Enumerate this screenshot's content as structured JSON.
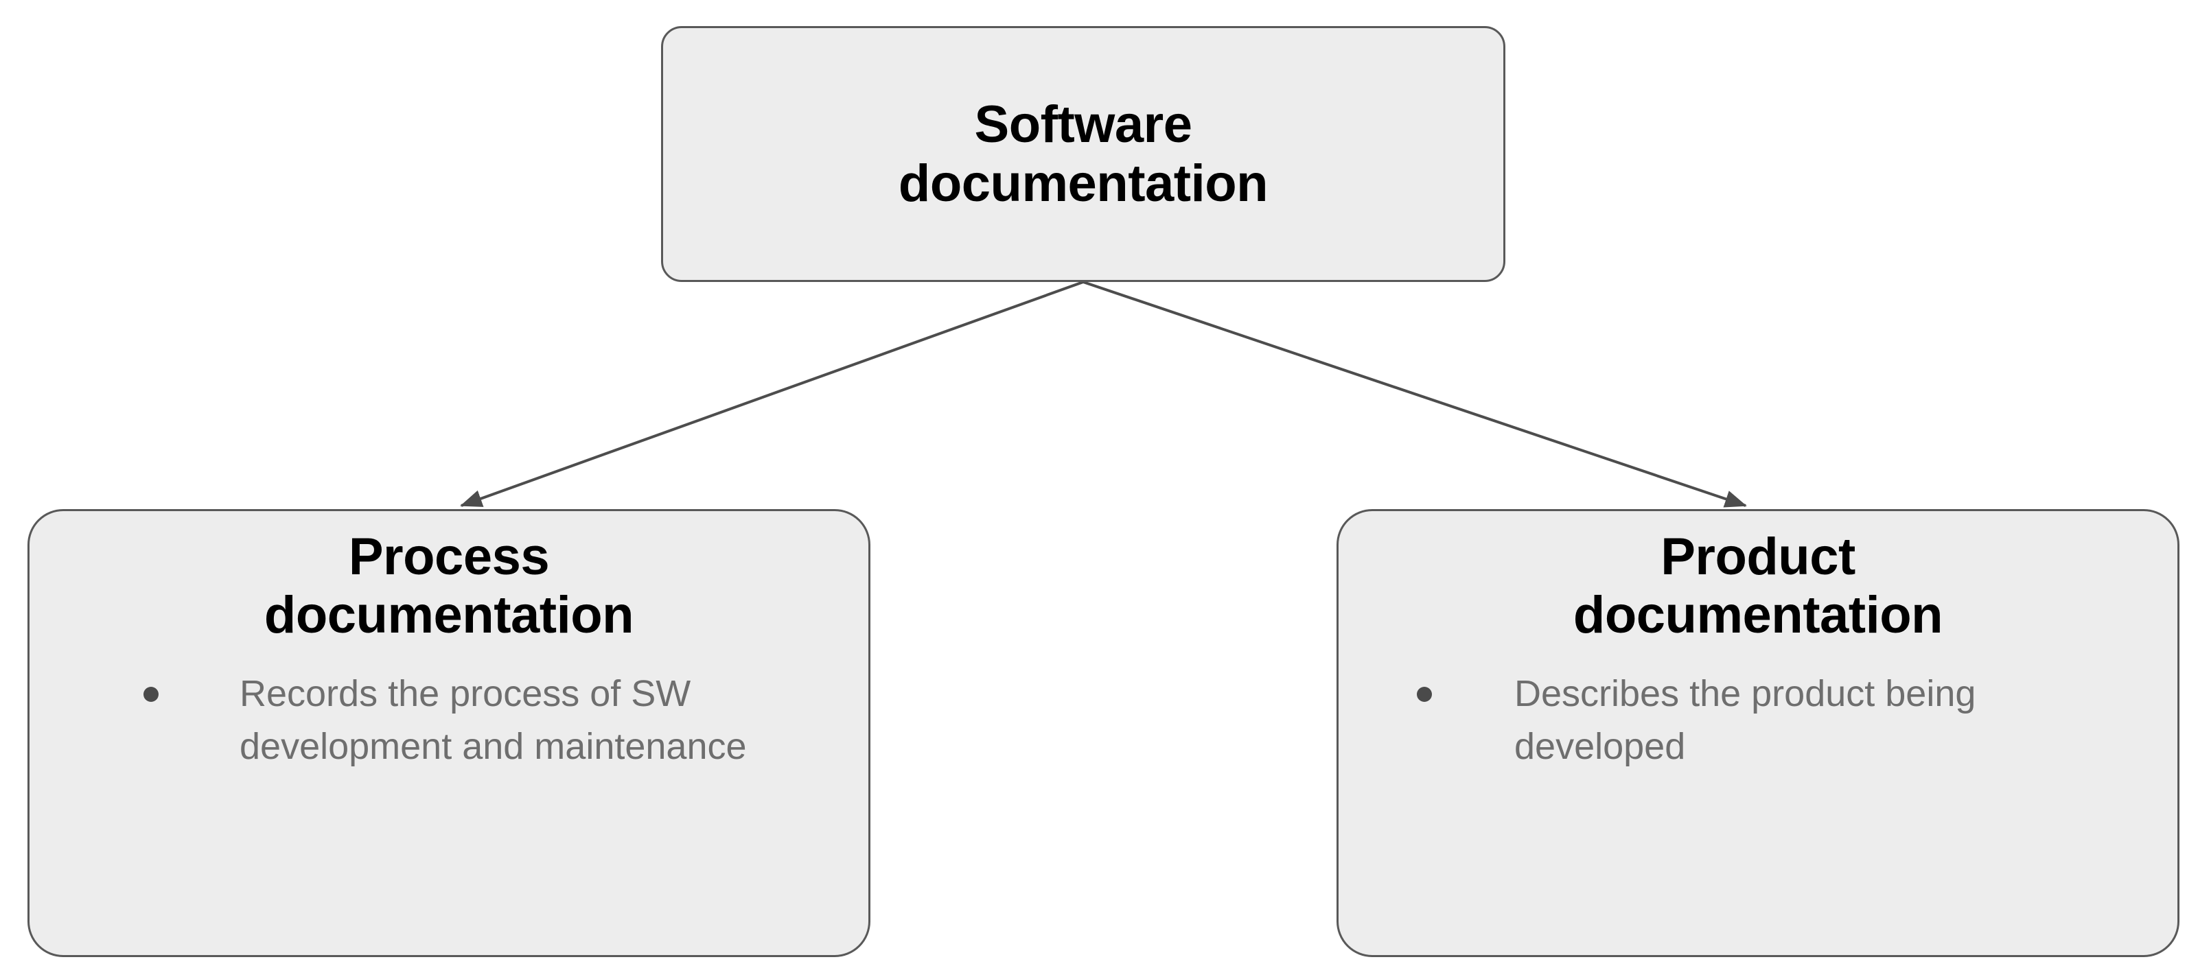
{
  "diagram": {
    "type": "hierarchy-tree",
    "background_color": "#ffffff",
    "node_fill_color": "#ededed",
    "node_border_color": "#595959",
    "title_color": "#000000",
    "body_text_color": "#6e6e6e",
    "bullet_color": "#4a4a4a",
    "connector_color": "#4d4d4d",
    "root": {
      "title_line1": "Software",
      "title_line2": "documentation"
    },
    "children": [
      {
        "id": "process",
        "title_line1": "Process",
        "title_line2": "documentation",
        "bullets": [
          "Records the process of SW development and maintenance"
        ]
      },
      {
        "id": "product",
        "title_line1": "Product",
        "title_line2": "documentation",
        "bullets": [
          "Describes the product being developed"
        ]
      }
    ],
    "connectors": [
      {
        "from": "root",
        "to": "process",
        "arrowhead": "filled-triangle"
      },
      {
        "from": "root",
        "to": "product",
        "arrowhead": "filled-triangle"
      }
    ]
  }
}
